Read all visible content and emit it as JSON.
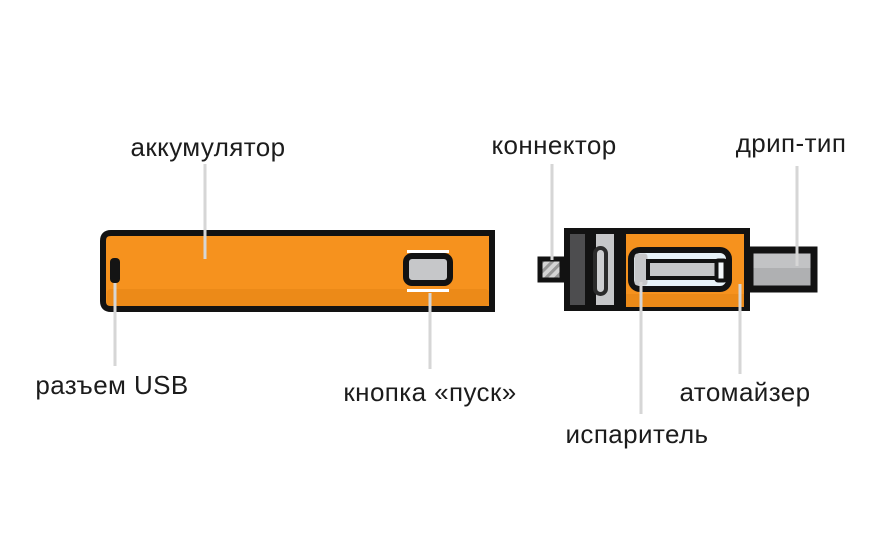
{
  "labels": {
    "battery": "аккумулятор",
    "usb_port": "разъем USB",
    "fire_button": "кнопка «пуск»",
    "connector": "коннектор",
    "drip_tip": "дрип-тип",
    "atomizer": "атомайзер",
    "coil": "испаритель"
  },
  "colors": {
    "body_orange": "#F6921E",
    "body_orange_shade": "#EC8A18",
    "outline_black": "#121212",
    "metal_gray": "#C6C7C9",
    "slot_gray": "#CDCED0",
    "dark_gray": "#4D4D4F",
    "window_blue": "#E7F2F8",
    "coil_end_white": "#F4F8FB",
    "drip_tip_gray": "#AFB0B2",
    "drip_tip_gray_light": "#C2C3C5",
    "highlight_white": "#FFFFFF",
    "usb_black": "#141414",
    "thread_gray": "#D4D4D4",
    "thread_stripe": "#979797",
    "leader_line": "#D6D6D6"
  }
}
